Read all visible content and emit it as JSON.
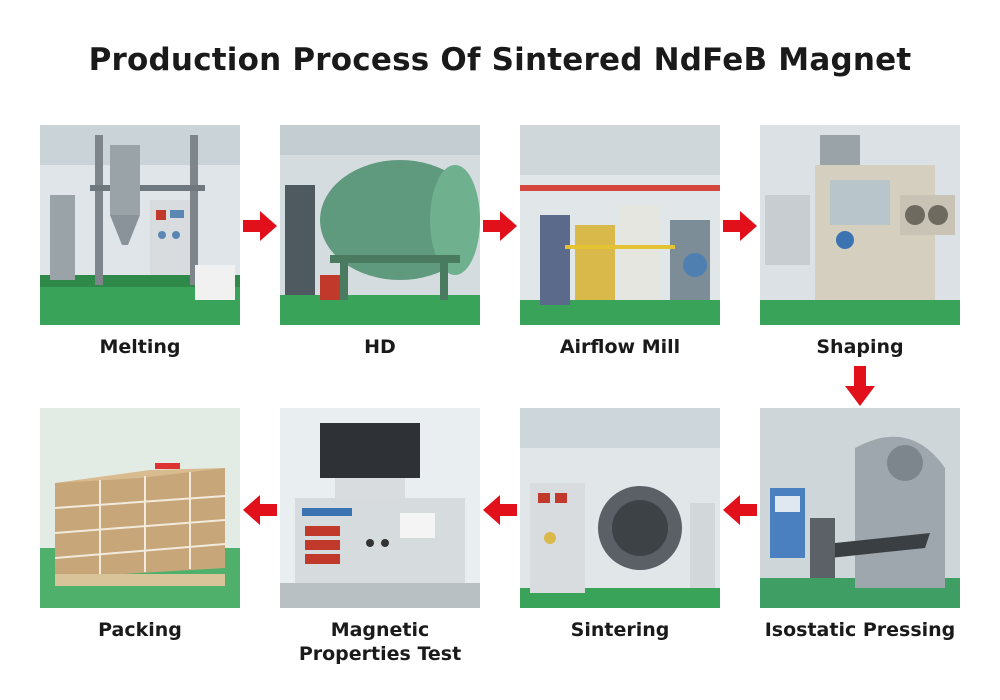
{
  "title": "Production Process Of Sintered NdFeB Magnet",
  "steps": [
    {
      "label": "Melting",
      "photo_icon": "melting-furnace-photo"
    },
    {
      "label": "HD",
      "photo_icon": "hydrogen-decrepitation-furnace-photo"
    },
    {
      "label": "Airflow Mill",
      "photo_icon": "airflow-mill-photo"
    },
    {
      "label": "Shaping",
      "photo_icon": "press-machine-photo"
    },
    {
      "label": "Isostatic Pressing",
      "photo_icon": "isostatic-press-photo"
    },
    {
      "label": "Sintering",
      "photo_icon": "sintering-furnace-photo"
    },
    {
      "label": "Magnetic Properties Test",
      "label_line1": "Magnetic",
      "label_line2": "Properties Test",
      "photo_icon": "magnetic-tester-photo"
    },
    {
      "label": "Packing",
      "photo_icon": "packed-boxes-photo"
    }
  ],
  "colors": {
    "arrow": "#e2101b",
    "floor": "#3aa35a",
    "wall": "#dde3e6",
    "machine_gray": "#8d969c",
    "machine_green": "#5f9a7e"
  }
}
